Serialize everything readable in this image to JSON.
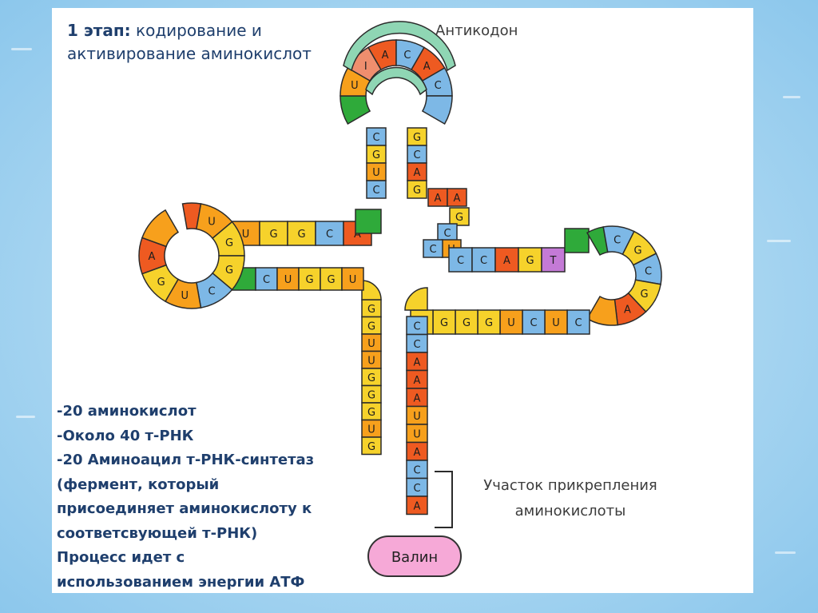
{
  "title": {
    "prefix": "1 этап:",
    "text_line1": "кодирование и",
    "text_line2": "активирование аминокислот"
  },
  "notes": [
    "-20 аминокислот",
    "-Около 40 т-РНК",
    "-20 Аминоацил т-РНК-синтетаз",
    "(фермент, который",
    "присоединяет аминокислоту к",
    "соответсвующей т-РНК)",
    "Процесс идет с",
    "использованием энергии АТФ"
  ],
  "labels": {
    "anticodon": "Антикодон",
    "attachment_line1": "Участок прикрепления",
    "attachment_line2": "аминокислоты",
    "amino_acid": "Валин"
  },
  "colors": {
    "G": "#f6d22b",
    "U": "#f7a01c",
    "C": "#7db8e6",
    "A": "#ee5a21",
    "I": "#ef8e6e",
    "T": "#c47ad6",
    "green": "#2faa3a",
    "anticodon_arc": "#8fd6b4"
  },
  "anticodon_bases": [
    "I",
    "A",
    "C"
  ],
  "strands": {
    "left_stem_5prime": [
      "G",
      "G",
      "U",
      "U",
      "G",
      "G",
      "G",
      "U",
      "G"
    ],
    "left_arm_top": [
      "A",
      "C",
      "G",
      "G",
      "U"
    ],
    "left_loop": [
      "U",
      "G",
      "G",
      "C",
      "U",
      "G",
      "A"
    ],
    "left_arm_bottom": [
      "C",
      "U",
      "G",
      "G",
      "U"
    ],
    "anticodon_stem_left": [
      "C",
      "G",
      "U",
      "C"
    ],
    "anticodon_loop": [
      "U",
      "I",
      "A",
      "C",
      "A",
      "C"
    ],
    "anticodon_stem_right": [
      "G",
      "C",
      "A",
      "G"
    ],
    "variable_loop": [
      "A",
      "A",
      "G",
      "C",
      "U",
      "C"
    ],
    "right_arm_top": [
      "C",
      "C",
      "A",
      "G",
      "T"
    ],
    "right_loop": [
      "C",
      "G",
      "C",
      "G",
      "A"
    ],
    "right_arm_bottom": [
      "C",
      "U",
      "C",
      "U",
      "G",
      "G",
      "G",
      "G"
    ],
    "acceptor_stem_3prime": [
      "C",
      "C",
      "A",
      "A",
      "A",
      "U",
      "U",
      "A",
      "C",
      "C",
      "A"
    ]
  }
}
